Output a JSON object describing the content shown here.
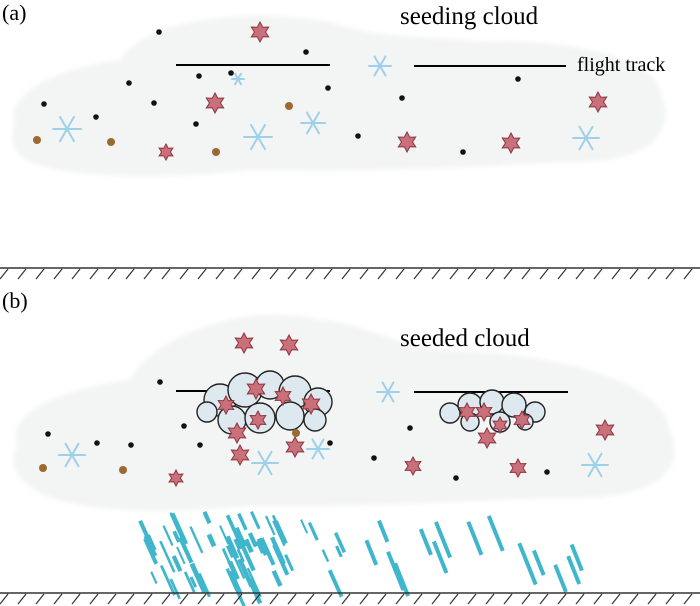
{
  "panel_a": {
    "label": "(a)",
    "title": "seeding cloud",
    "track_label": "flight track"
  },
  "panel_b": {
    "label": "(b)",
    "title": "seeded cloud"
  },
  "colors": {
    "cloud_fill": "#f5f6f6",
    "star_fill": "#c9707a",
    "star_stroke": "#8e3440",
    "snowflake": "#9fd0ea",
    "dark_particle": "#111111",
    "brown_particle": "#9a6a33",
    "rain": "#3fb6cc",
    "ground_line": "#333333"
  },
  "icons": [
    "star-ice-crystal-icon",
    "snowflake-icon",
    "dark-particle-icon",
    "brown-particle-icon",
    "rain-streak-icon"
  ]
}
